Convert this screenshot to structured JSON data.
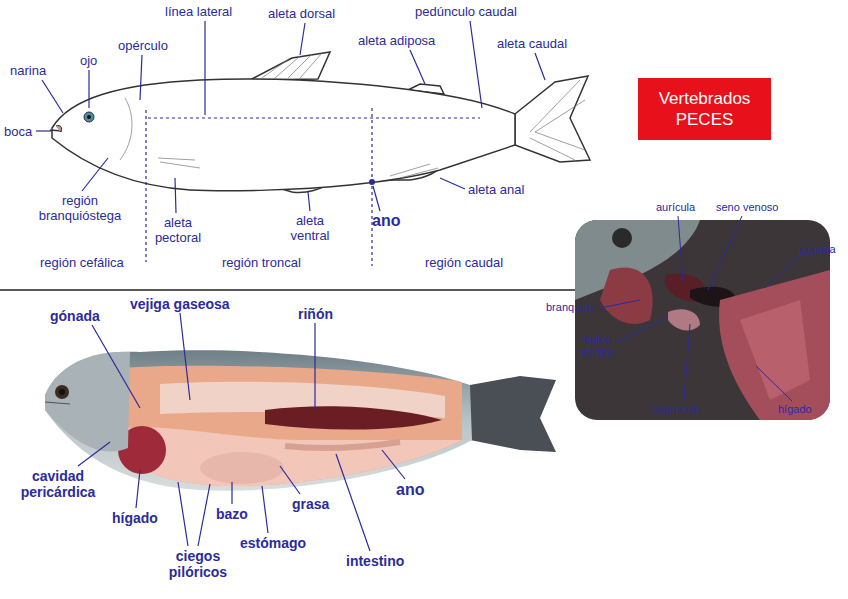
{
  "diagram": {
    "nodes": [
      {
        "text": [
          "Vertebrados PECES"
        ]
      }
    ],
    "labels": [
      "narina",
      "ojo",
      "opérculo",
      "línea lateral",
      "aleta dorsal",
      "aleta adiposa",
      "pedúnculo caudal",
      "aleta caudal",
      "boca",
      "región branquióstega",
      "aleta pectoral",
      "aleta ventral",
      "ano",
      "aleta anal",
      "región cefálica",
      "región troncal",
      "región caudal",
      "gónada",
      "vejiga gaseosa",
      "riñón",
      "cavidad pericárdica",
      "hígado",
      "bazo",
      "grasa",
      "ano",
      "estómago",
      "ciegos pilóricos",
      "intestino",
      "aurícula",
      "seno venoso",
      "gónada",
      "branquias",
      "bulbo aórtico",
      "ventrículo",
      "hígado"
    ]
  }
}
